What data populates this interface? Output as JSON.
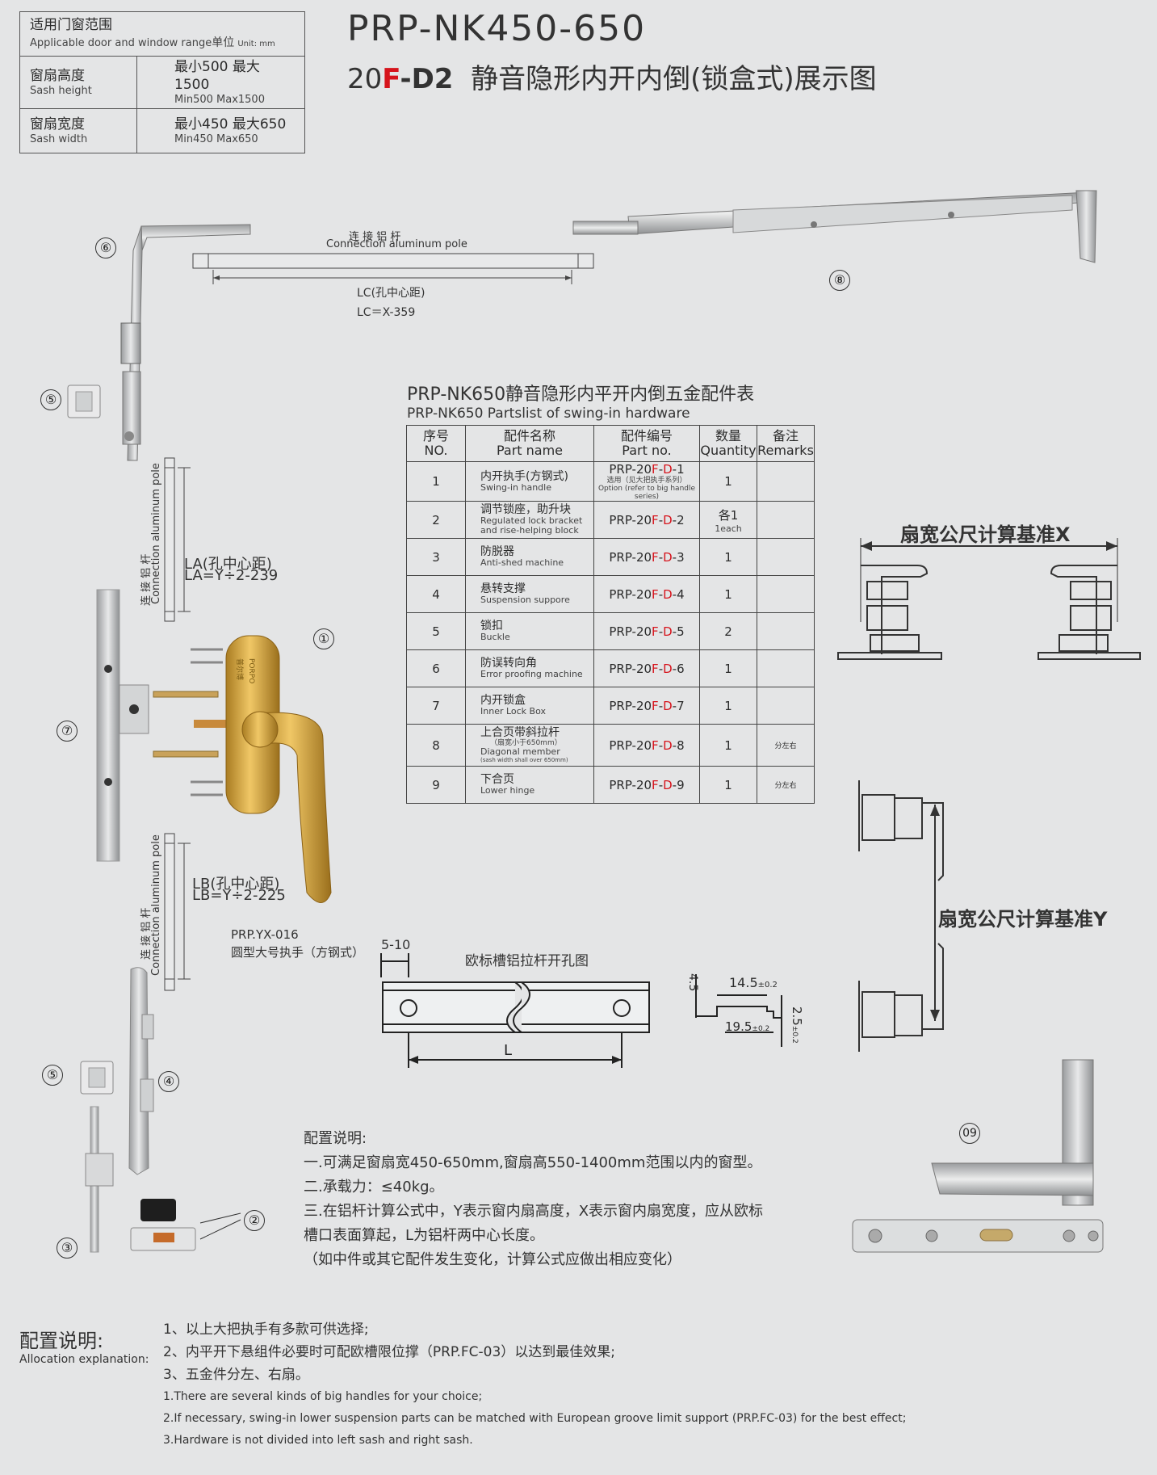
{
  "range": {
    "title_zh": "适用门窗范围",
    "title_en": "Applicable door and window range",
    "unit_zh": "单位",
    "unit_en": "Unit: mm",
    "rows": [
      {
        "label_zh": "窗扇高度",
        "label_en": "Sash height",
        "value_zh": "最小500  最大1500",
        "value_en": "Min500  Max1500"
      },
      {
        "label_zh": "窗扇宽度",
        "label_en": "Sash width",
        "value_zh": "最小450  最大650",
        "value_en": "Min450  Max650"
      }
    ]
  },
  "title": {
    "model": "PRP-NK450-650",
    "sub_prefix": "20",
    "sub_red": "F",
    "sub_bold": "-D2",
    "sub_rest": "静音隐形内开内倒(锁盒式)展示图"
  },
  "parts": {
    "heading_zh": "PRP-NK650静音隐形内平开内倒五金配件表",
    "heading_en": "PRP-NK650 Partslist of swing-in hardware",
    "headers": [
      {
        "zh": "序号",
        "en": "NO."
      },
      {
        "zh": "配件名称",
        "en": "Part name"
      },
      {
        "zh": "配件编号",
        "en": "Part no."
      },
      {
        "zh": "数量",
        "en": "Quantity"
      },
      {
        "zh": "备注",
        "en": "Remarks"
      }
    ],
    "pn_prefix": "PRP-20",
    "pn_red": "F",
    "pn_dash": "-",
    "pn_red2": "D",
    "rows": [
      {
        "no": "1",
        "zh": "内开执手(方钢式)",
        "en": "Swing-in handle",
        "suffix": "-1",
        "pn_note_zh": "选用（见大把执手系列）",
        "pn_note_en": "Option (refer to big handle series)",
        "qty": "1",
        "qty_note": "",
        "remarks": ""
      },
      {
        "no": "2",
        "zh": "调节锁座，助升块",
        "en": "Regulated lock bracket",
        "en2": "and rise-helping block",
        "suffix": "-2",
        "qty": "各1",
        "qty_note": "1each",
        "remarks": ""
      },
      {
        "no": "3",
        "zh": "防脱器",
        "en": "Anti-shed machine",
        "suffix": "-3",
        "qty": "1",
        "qty_note": "",
        "remarks": ""
      },
      {
        "no": "4",
        "zh": "悬转支撑",
        "en": "Suspension suppore",
        "suffix": "-4",
        "qty": "1",
        "qty_note": "",
        "remarks": ""
      },
      {
        "no": "5",
        "zh": "锁扣",
        "en": "Buckle",
        "suffix": "-5",
        "qty": "2",
        "qty_note": "",
        "remarks": ""
      },
      {
        "no": "6",
        "zh": "防误转向角",
        "en": "Error proofing machine",
        "suffix": "-6",
        "qty": "1",
        "qty_note": "",
        "remarks": ""
      },
      {
        "no": "7",
        "zh": "内开锁盒",
        "en": "Inner Lock Box",
        "suffix": "-7",
        "qty": "1",
        "qty_note": "",
        "remarks": ""
      },
      {
        "no": "8",
        "zh": "上合页带斜拉杆",
        "zh_note": "（扇宽小于650mm）",
        "en": "Diagonal member",
        "en_note": "(sash width shall over 650mm)",
        "suffix": "-8",
        "qty": "1",
        "qty_note": "",
        "remarks": "分左右"
      },
      {
        "no": "9",
        "zh": "下合页",
        "en": "Lower hinge",
        "suffix": "-9",
        "qty": "1",
        "qty_note": "",
        "remarks": "分左右"
      }
    ]
  },
  "diagram": {
    "conn_zh": "连  接  铝  杆",
    "conn_en": "Connection aluminum pole",
    "lc_label": "LC(孔中心距)",
    "lc_formula": "LC＝X-359",
    "la_label": "LA(孔中心距)",
    "la_formula": "LA=Y÷2-239",
    "lb_label": "LB(孔中心距)",
    "lb_formula": "LB=Y÷2-225",
    "handle_model": "PRP.YX-016",
    "handle_desc": "圆型大号执手（方钢式）",
    "handle_brand": "PORPO",
    "handle_brand_zh": "普尔博",
    "callouts": [
      "①",
      "②",
      "③",
      "④",
      "⑤",
      "⑤",
      "⑥",
      "⑦",
      "⑧",
      "09"
    ],
    "std_x": "扇宽公尺计算基准X",
    "std_y": "扇宽公尺计算基准Y",
    "groove_title": "欧标槽铝拉杆开孔图",
    "groove_dim": "5-10",
    "groove_L": "L",
    "sec_45": "4.5",
    "sec_145": "14.5",
    "sec_145_tol": "±0.2",
    "sec_195": "19.5",
    "sec_195_tol": "±0.2",
    "sec_25": "2.5",
    "sec_25_tol": "±0.2"
  },
  "config": {
    "title": "配置说明:",
    "lines": [
      "一.可满足窗扇宽450-650mm,窗扇高550-1400mm范围以内的窗型。",
      "二.承载力：≤40kg。",
      "三.在铝杆计算公式中，Y表示窗内扇高度，X表示窗内扇宽度，应从欧标",
      "槽口表面算起，L为铝杆两中心长度。",
      "（如中件或其它配件发生变化，计算公式应做出相应变化）"
    ]
  },
  "allocation": {
    "title_zh": "配置说明:",
    "title_en": "Allocation explanation:",
    "zh_items": [
      "1、以上大把执手有多款可供选择;",
      "2、内平开下悬组件必要时可配欧槽限位撑（PRP.FC-03）以达到最佳效果;",
      "3、五金件分左、右扇。"
    ],
    "en_items": [
      "1.There are several kinds of big handles for your choice;",
      "2.If necessary, swing-in lower suspension parts can be matched with European groove limit support (PRP.FC-03) for the best effect;",
      "3.Hardware is not divided into left sash and right sash."
    ]
  }
}
